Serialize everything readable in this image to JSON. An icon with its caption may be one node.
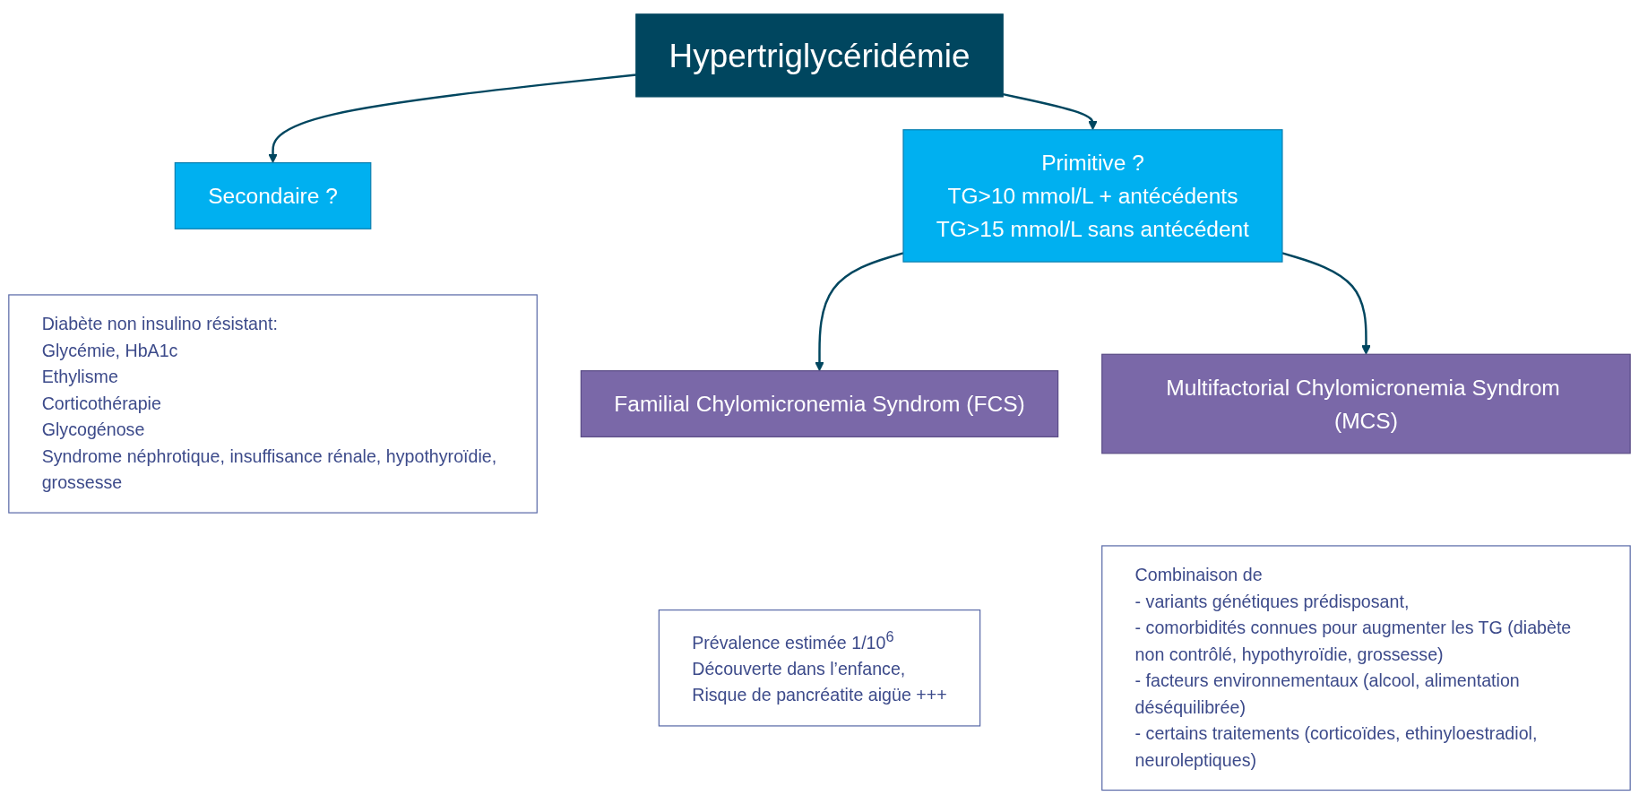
{
  "diagram": {
    "nodes": [
      {
        "text": [
          "Hypertriglycéridémie"
        ]
      },
      {
        "text": [
          "Secondaire ?"
        ]
      },
      {
        "text": [
          "Diabète non insulino résistant:",
          "Glycémie, HbA1c",
          "Ethylisme",
          "Corticothérapie",
          "Glycogénose",
          "Syndrome néphrotique, insuffisance rénale, hypothyroïdie, grossesse"
        ]
      },
      {
        "text": [
          "Primitive ?",
          "TG>10 mmol/L + antécédents",
          "TG>15 mmol/L sans antécédent"
        ]
      },
      {
        "text": [
          "Familial Chylomicronemia Syndrom (FCS)"
        ]
      },
      {
        "text": [
          "Prévalence estimée 1/10$^{6}$",
          "Découverte dans l’enfance,",
          "Risque de pancréatite aigüe +++"
        ]
      },
      {
        "text": [
          "Multifactorial Chylomicronemia Syndrom (MCS)"
        ]
      },
      {
        "text": [
          "Combinaison de",
          "- variants génétiques prédisposant,",
          "- comorbidités connues pour augmenter les TG (diabète non contrôlé, hypothyroïdie, grossesse)",
          "- facteurs environnementaux (alcool, alimentation déséquilibrée)",
          "- certains traitements (corticoïdes, ethinyloestradiol, neuroleptiques)"
        ]
      }
    ],
    "edges": [
      {
        "from": 0,
        "to": 1,
        "arrow": "to"
      },
      {
        "from": 0,
        "to": 3,
        "arrow": "to"
      },
      {
        "from": 3,
        "to": 4,
        "arrow": "to"
      },
      {
        "from": 3,
        "to": 6,
        "arrow": "to"
      }
    ]
  }
}
